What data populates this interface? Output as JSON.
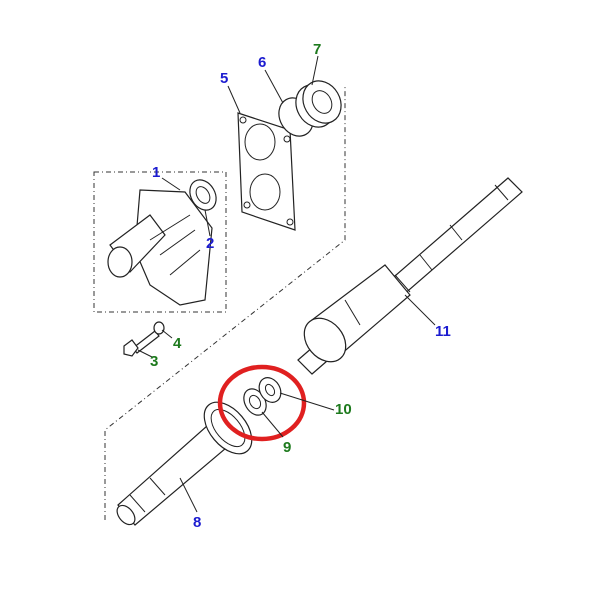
{
  "diagram": {
    "callouts": [
      {
        "number": "1",
        "color": "#1c1cd0"
      },
      {
        "number": "2",
        "color": "#1c1cd0"
      },
      {
        "number": "3",
        "color": "#1d7a1d"
      },
      {
        "number": "4",
        "color": "#1d7a1d"
      },
      {
        "number": "5",
        "color": "#1c1cd0"
      },
      {
        "number": "6",
        "color": "#1c1cd0"
      },
      {
        "number": "7",
        "color": "#1d7a1d"
      },
      {
        "number": "8",
        "color": "#1c1cd0"
      },
      {
        "number": "9",
        "color": "#1d7a1d"
      },
      {
        "number": "10",
        "color": "#1d7a1d"
      },
      {
        "number": "11",
        "color": "#1c1cd0"
      }
    ],
    "highlight_color": "#e02020"
  }
}
